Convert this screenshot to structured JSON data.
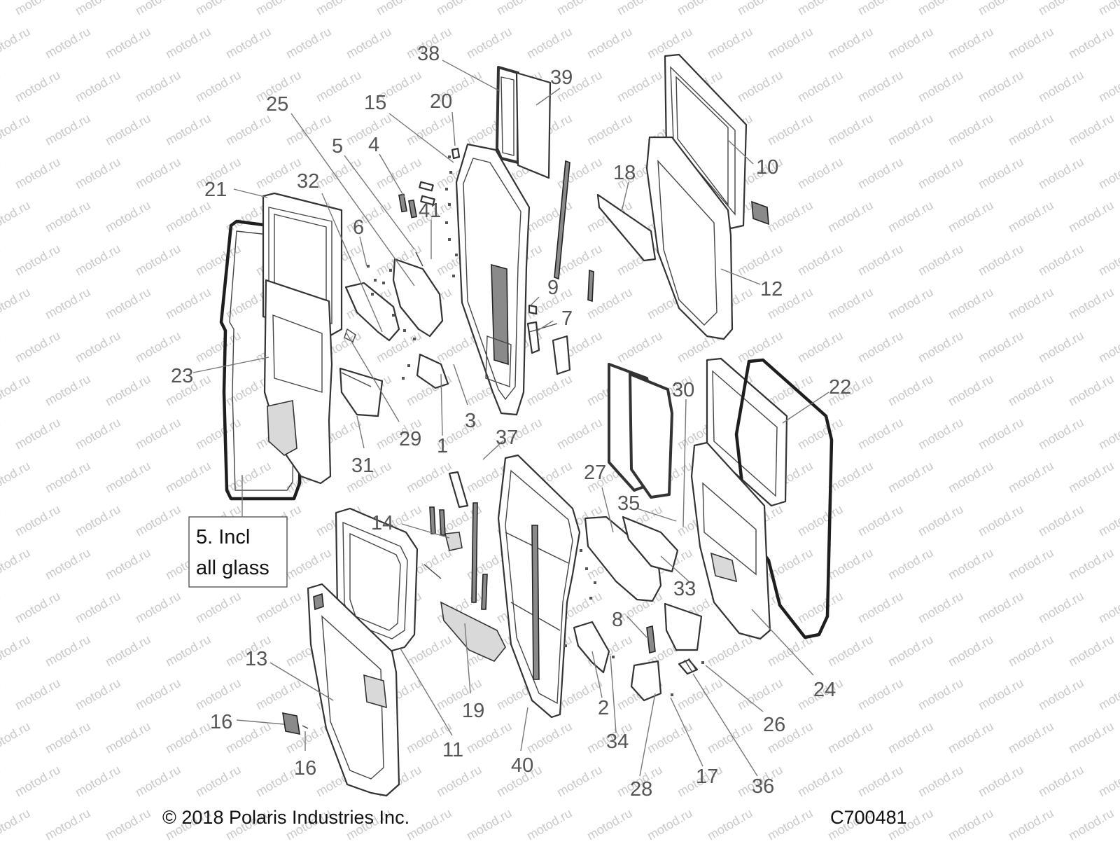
{
  "diagram": {
    "watermark": "motod.ru",
    "copyright": "© 2018 Polaris Industries Inc.",
    "code": "C700481",
    "note": {
      "line1": "5. Incl",
      "line2": "all glass"
    },
    "callouts": [
      "38",
      "39",
      "25",
      "15",
      "20",
      "5",
      "4",
      "21",
      "32",
      "41",
      "6",
      "18",
      "10",
      "12",
      "9",
      "7",
      "23",
      "29",
      "1",
      "3",
      "31",
      "30",
      "22",
      "37",
      "27",
      "35",
      "14",
      "33",
      "8",
      "19",
      "13",
      "16",
      "11",
      "2",
      "34",
      "40",
      "24",
      "26",
      "16",
      "28",
      "17",
      "36"
    ]
  }
}
